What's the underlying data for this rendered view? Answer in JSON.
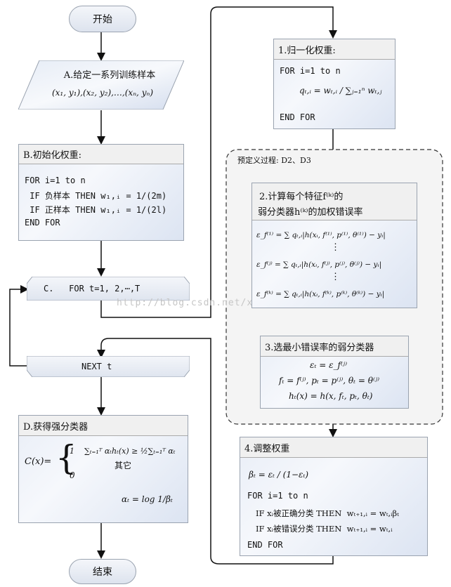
{
  "start": {
    "label": "开始"
  },
  "end": {
    "label": "结束"
  },
  "boxA": {
    "title": "A.给定一系列训练样本",
    "samples": "(x₁, y₁),(x₂, y₂),…,(xₙ, yₙ)"
  },
  "boxB": {
    "title": "B.初始化权重:",
    "code": [
      "FOR i=1 to n",
      " IF 负样本 THEN w₁,ᵢ = 1/(2m)",
      " IF 正样本 THEN w₁,ᵢ = 1/(2l)",
      "END FOR"
    ]
  },
  "boxC": {
    "label": "C.   FOR t=1, 2,⋯,T"
  },
  "next": {
    "label": "NEXT t"
  },
  "boxD": {
    "title": "D.获得强分类器",
    "cx": "C(x)=",
    "case1": "1    ∑ₜ₌₁ᵀ αₜhₜ(x) ≥ ½∑ₜ₌₁ᵀ αₜ",
    "case0": "0",
    "other": "其它",
    "alpha": "αₜ = log 1/βₜ"
  },
  "box1": {
    "title": "1.归一化权重:",
    "code_for": "FOR i=1 to n",
    "formula": "qₜ,ᵢ = wₜ,ᵢ / ∑ⱼ₌₁ⁿ wₜ,ⱼ",
    "code_end": "END FOR"
  },
  "predef": {
    "label": "预定义过程: D2、D3"
  },
  "box2": {
    "title_line1": "2.计算每个特征f⁽ᵏ⁾的",
    "title_line2": "弱分类器h⁽ᵏ⁾的加权错误率",
    "eq1": "ε_f⁽¹⁾ = ∑ qₜ,ᵢ|h(xᵢ, f⁽¹⁾, p⁽¹⁾, θ⁽¹⁾) − yᵢ|",
    "eq2": "ε_f⁽ʲ⁾ = ∑ qₜ,ᵢ|h(xᵢ, f⁽ʲ⁾, p⁽ʲ⁾, θ⁽ʲ⁾) − yᵢ|",
    "eq3": "ε_f⁽ᵏ⁾ = ∑ qₜ,ᵢ|h(xᵢ, f⁽ᵏ⁾, p⁽ᵏ⁾, θ⁽ᵏ⁾) − yᵢ|",
    "dots": "⋮"
  },
  "box3": {
    "title": "3.选最小错误率的弱分类器",
    "eq1": "εₜ = ε_f⁽ʲ⁾",
    "eq2": "fₜ = f⁽ʲ⁾, pₜ = p⁽ʲ⁾, θₜ = θ⁽ʲ⁾",
    "eq3": "hₜ(x) = h(x, fₜ, pₜ, θₜ)"
  },
  "box4": {
    "title": "4.调整权重",
    "beta": "βₜ = εₜ / (1−εₜ)",
    "code_for": "FOR i=1 to n",
    "line1": "IF xᵢ被正确分类 THEN  wₜ₊₁,ᵢ = wₜ,ᵢβₜ",
    "line2": "IF xᵢ被错误分类 THEN  wₜ₊₁,ᵢ = wₜ,ᵢ",
    "code_end": "END FOR"
  },
  "watermark": {
    "text": "http://blog.csdn.net/xiaowei_cqu"
  }
}
